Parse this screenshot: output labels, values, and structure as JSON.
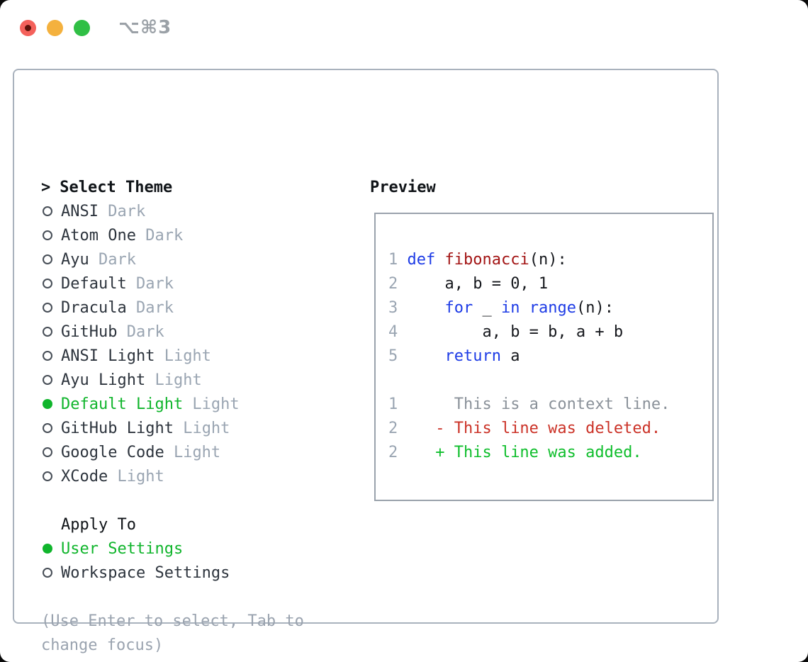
{
  "titlebar": {
    "title": "⌥⌘3"
  },
  "theme_panel": {
    "header_prompt": ">",
    "header_label": "Select Theme",
    "themes": [
      {
        "name": "ANSI",
        "variant": "Dark",
        "selected": false
      },
      {
        "name": "Atom One",
        "variant": "Dark",
        "selected": false
      },
      {
        "name": "Ayu",
        "variant": "Dark",
        "selected": false
      },
      {
        "name": "Default",
        "variant": "Dark",
        "selected": false
      },
      {
        "name": "Dracula",
        "variant": "Dark",
        "selected": false
      },
      {
        "name": "GitHub",
        "variant": "Dark",
        "selected": false
      },
      {
        "name": "ANSI Light",
        "variant": "Light",
        "selected": false
      },
      {
        "name": "Ayu Light",
        "variant": "Light",
        "selected": false
      },
      {
        "name": "Default Light",
        "variant": "Light",
        "selected": true
      },
      {
        "name": "GitHub Light",
        "variant": "Light",
        "selected": false
      },
      {
        "name": "Google Code",
        "variant": "Light",
        "selected": false
      },
      {
        "name": "XCode",
        "variant": "Light",
        "selected": false
      }
    ],
    "apply_to_label": "Apply To",
    "apply_options": [
      {
        "name": "User Settings",
        "selected": true
      },
      {
        "name": "Workspace Settings",
        "selected": false
      }
    ],
    "help": [
      "(Use Enter to select, Tab to",
      "change focus)"
    ]
  },
  "preview": {
    "label": "Preview",
    "code": [
      {
        "segs": [
          {
            "t": "1",
            "c": "ln"
          },
          {
            "t": " ",
            "c": "tx"
          },
          {
            "t": "def",
            "c": "kw"
          },
          {
            "t": " ",
            "c": "tx"
          },
          {
            "t": "fibonacci",
            "c": "fn"
          },
          {
            "t": "(n):",
            "c": "tx"
          }
        ]
      },
      {
        "segs": [
          {
            "t": "2",
            "c": "ln"
          },
          {
            "t": "     a, b = 0, 1",
            "c": "tx"
          }
        ]
      },
      {
        "segs": [
          {
            "t": "3",
            "c": "ln"
          },
          {
            "t": "     ",
            "c": "tx"
          },
          {
            "t": "for",
            "c": "kw"
          },
          {
            "t": " _ ",
            "c": "tx"
          },
          {
            "t": "in",
            "c": "kw"
          },
          {
            "t": " ",
            "c": "tx"
          },
          {
            "t": "range",
            "c": "kw"
          },
          {
            "t": "(n):",
            "c": "tx"
          }
        ]
      },
      {
        "segs": [
          {
            "t": "4",
            "c": "ln"
          },
          {
            "t": "         a, b = b, a + b",
            "c": "tx"
          }
        ]
      },
      {
        "segs": [
          {
            "t": "5",
            "c": "ln"
          },
          {
            "t": "     ",
            "c": "tx"
          },
          {
            "t": "return",
            "c": "kw"
          },
          {
            "t": " a",
            "c": "tx"
          }
        ]
      },
      {
        "segs": []
      },
      {
        "segs": [
          {
            "t": "1",
            "c": "ln"
          },
          {
            "t": "      This is a context line.",
            "c": "ctx"
          }
        ]
      },
      {
        "segs": [
          {
            "t": "2",
            "c": "ln"
          },
          {
            "t": "    - This line was deleted.",
            "c": "del"
          }
        ]
      },
      {
        "segs": [
          {
            "t": "2",
            "c": "ln"
          },
          {
            "t": "    + This line was added.",
            "c": "add"
          }
        ]
      }
    ]
  },
  "colors": {
    "accent_green": "#10b52c",
    "keyword_blue": "#1e3ce6",
    "function_red": "#a31515",
    "deleted_red": "#cb3227",
    "added_green": "#0fbe2c",
    "muted_gray": "#9aa5b2",
    "item_text": "#2d343d",
    "help_gray": "#9aa3af",
    "panel_border": "#a9b2bd",
    "preview_border": "#9aa2ac",
    "traffic_red": "#f4615b",
    "traffic_yellow": "#f4b13e",
    "traffic_green": "#30bf45",
    "title_gray": "#9ba1a7"
  }
}
